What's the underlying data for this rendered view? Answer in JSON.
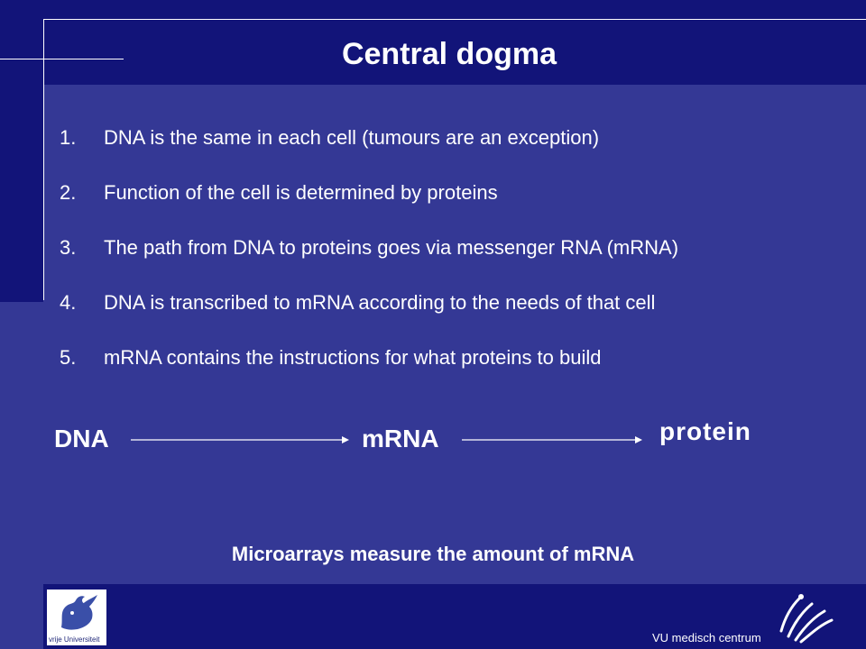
{
  "slide": {
    "title": "Central dogma",
    "points": [
      {
        "num": "1.",
        "text": "DNA is the same in each cell (tumours are an exception)"
      },
      {
        "num": "2.",
        "text": "Function of the cell is determined by proteins"
      },
      {
        "num": "3.",
        "text": "The path from DNA to proteins goes via messenger RNA (mRNA)"
      },
      {
        "num": "4.",
        "text": "DNA is transcribed to mRNA according to the needs of that cell"
      },
      {
        "num": "5.",
        "text": "mRNA contains the instructions for what proteins to build"
      }
    ],
    "flow": {
      "dna": "DNA",
      "mrna": "mRNA",
      "protein": "protein"
    },
    "footer_note": "Microarrays measure the amount of mRNA"
  },
  "branding": {
    "left_logo_text": "vrije Universiteit",
    "right_logo_text": "VU medisch centrum",
    "left_logo_icon": "griffin-icon",
    "right_logo_icon": "vumc-swoosh-icon"
  },
  "colors": {
    "background": "#343895",
    "band": "#121479",
    "text": "#ffffff"
  }
}
